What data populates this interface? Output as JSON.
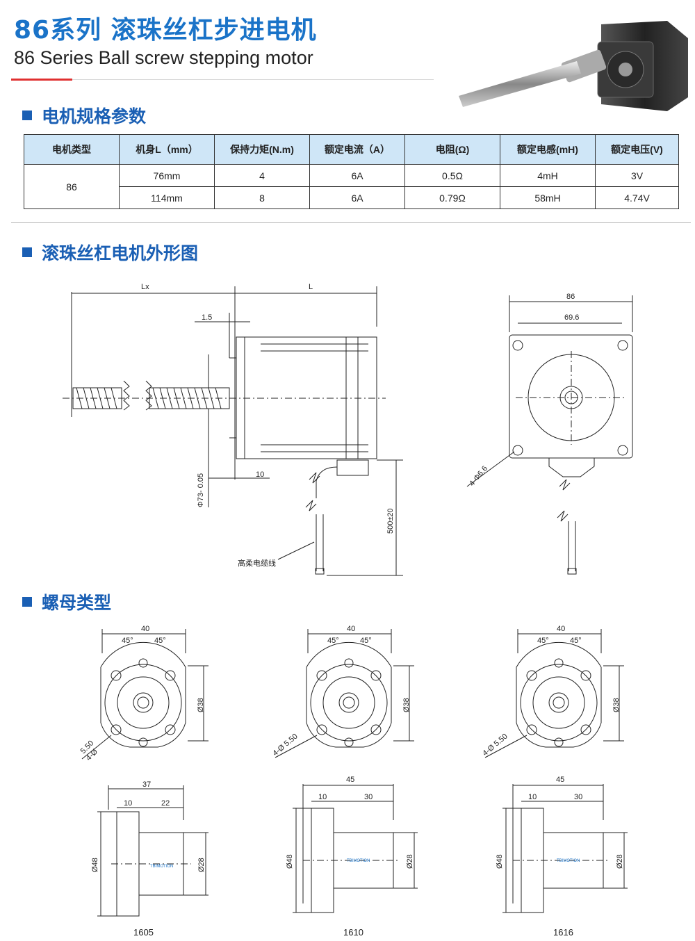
{
  "header": {
    "title_cn": "86系列 滚珠丝杠步进电机",
    "title_en": "86 Series Ball screw stepping motor"
  },
  "sections": {
    "spec": "电机规格参数",
    "outline": "滚珠丝杠电机外形图",
    "nut": "螺母类型"
  },
  "table": {
    "headers": [
      "电机类型",
      "机身L（mm）",
      "保持力矩(N.m)",
      "额定电流（A）",
      "电阻(Ω)",
      "额定电感(mH)",
      "额定电压(V)"
    ],
    "motor_type": "86",
    "rows": [
      [
        "76mm",
        "4",
        "6A",
        "0.5Ω",
        "4mH",
        "3V"
      ],
      [
        "114mm",
        "8",
        "6A",
        "0.79Ω",
        "58mH",
        "4.74V"
      ]
    ]
  },
  "outline_labels": {
    "lx": "Lx",
    "l": "L",
    "d15": "1.5",
    "d10": "10",
    "phi73": "Φ73- 0.05",
    "tol_top": "0",
    "cable_len": "500±20",
    "cable": "高柔电缆线",
    "w86": "86",
    "w696": "69.6",
    "hole": "4-Φ6.6"
  },
  "nuts": [
    {
      "name": "1605",
      "top_w": "40",
      "a1": "45°",
      "a2": "45°",
      "dia38": "Ø38",
      "hole1": "5.50",
      "hole2": "4-Ø",
      "len": "37",
      "flange": "10",
      "body": "22",
      "d48": "Ø48",
      "d28": "Ø28"
    },
    {
      "name": "1610",
      "top_w": "40",
      "a1": "45°",
      "a2": "45°",
      "dia38": "Ø38",
      "hole1": "4-Ø 5.50",
      "hole2": "",
      "len": "45",
      "flange": "10",
      "body": "30",
      "d48": "Ø48",
      "d28": "Ø28"
    },
    {
      "name": "1616",
      "top_w": "40",
      "a1": "45°",
      "a2": "45°",
      "dia38": "Ø38",
      "hole1": "4-Ø 5.50",
      "hole2": "",
      "len": "45",
      "flange": "10",
      "body": "30",
      "d48": "Ø48",
      "d28": "Ø28"
    }
  ],
  "nut_logo": "TBIMOTION",
  "colors": {
    "brand_blue": "#1a73c8",
    "section_blue": "#1a5fb4",
    "accent_red": "#e03030",
    "table_header": "#cfe6f7"
  }
}
